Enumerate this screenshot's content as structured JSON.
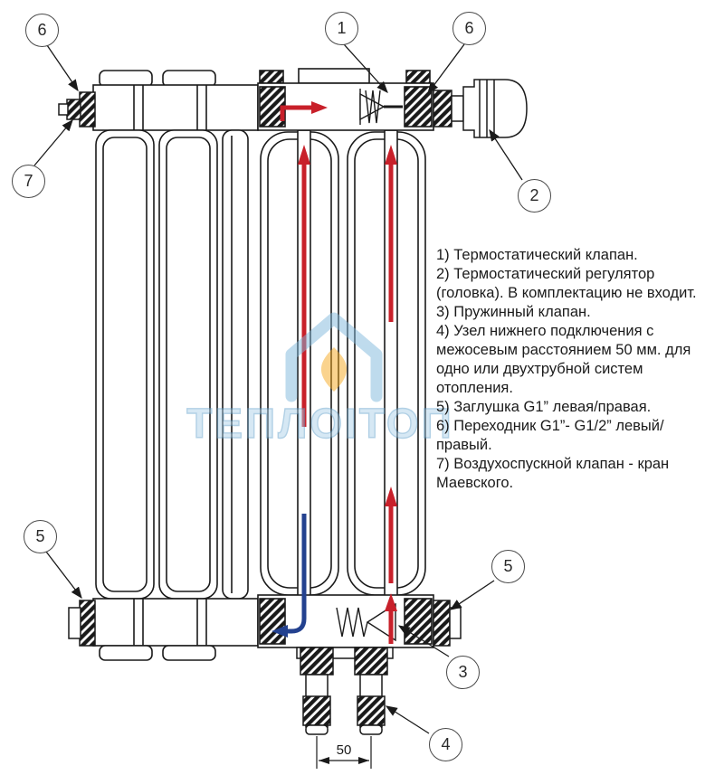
{
  "diagram": {
    "watermark": {
      "text": "ТЕПЛОІТОП"
    },
    "dimension": {
      "label": "50"
    },
    "callouts": [
      {
        "id": "callout-6-top-left",
        "label": "6"
      },
      {
        "id": "callout-7-left",
        "label": "7"
      },
      {
        "id": "callout-1-top",
        "label": "1"
      },
      {
        "id": "callout-6-top-right",
        "label": "6"
      },
      {
        "id": "callout-2-right",
        "label": "2"
      },
      {
        "id": "callout-5-bottom-left",
        "label": "5"
      },
      {
        "id": "callout-5-bottom-right",
        "label": "5"
      },
      {
        "id": "callout-3-bottom",
        "label": "3"
      },
      {
        "id": "callout-4-bottom",
        "label": "4"
      }
    ],
    "legend": {
      "items": [
        {
          "text": "1) Термостатический клапан."
        },
        {
          "text": "2) Термостатический регулятор (головка). В комплектацию не входит."
        },
        {
          "text": "3) Пружинный клапан."
        },
        {
          "text": "4) Узел нижнего подключения с межосевым расстоянием 50 мм. для одно или двухтрубной систем отопления."
        },
        {
          "text": "5) Заглушка G1” левая/правая."
        },
        {
          "text": "6) Переходник G1”- G1/2” левый/правый."
        },
        {
          "text": "7) Воздухоспускной клапан - кран Маевского."
        }
      ]
    },
    "colors": {
      "line": "#1a1a1a",
      "flow_hot": "#c8202a",
      "flow_cool": "#23418f",
      "watermark_blue": "#7fb8dc",
      "watermark_orange": "#f6a81f"
    }
  }
}
